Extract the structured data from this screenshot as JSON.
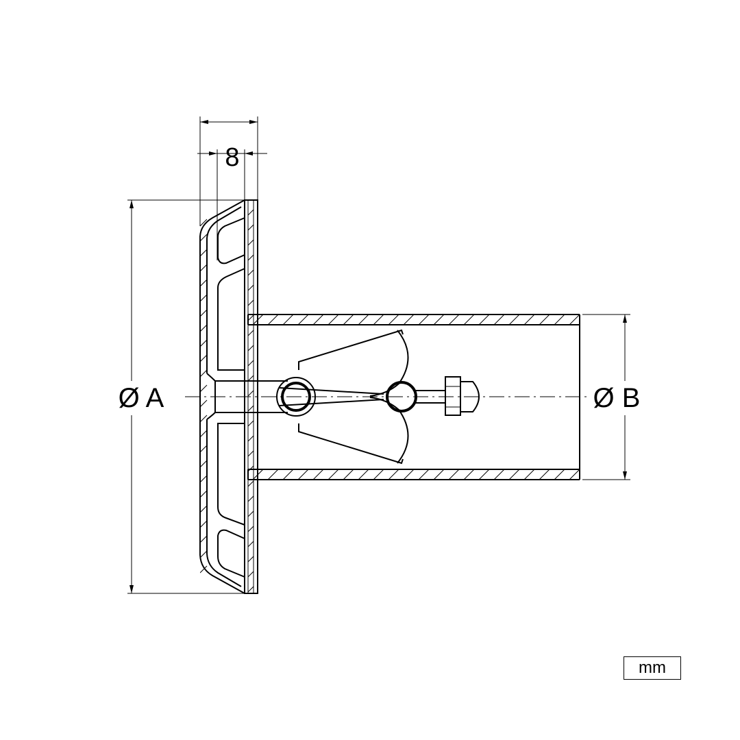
{
  "drawing": {
    "dimension_width": "8",
    "dimension_diameter_a": "Ø A",
    "dimension_diameter_b": "Ø B",
    "unit_label": "mm"
  },
  "colors": {
    "line": "#000000",
    "background": "#ffffff"
  }
}
